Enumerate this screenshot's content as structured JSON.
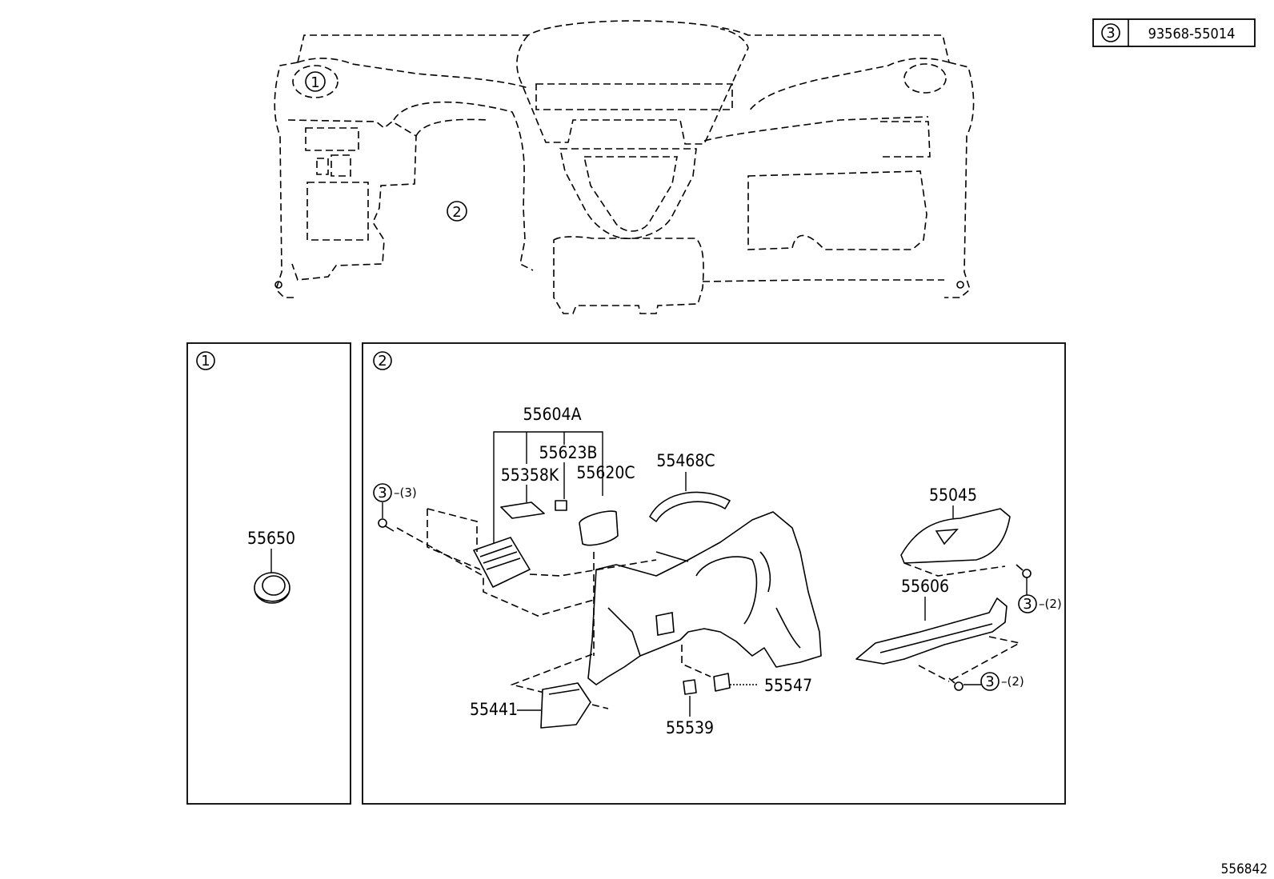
{
  "legend": {
    "marker": "3",
    "part_number": "93568-55014"
  },
  "overview": {
    "markers": {
      "one": "1",
      "two": "2"
    }
  },
  "panel1": {
    "marker": "1",
    "part": "55650"
  },
  "panel2": {
    "marker": "2",
    "parts": {
      "p55604A": "55604A",
      "p55623B": "55623B",
      "p55358K": "55358K",
      "p55620C": "55620C",
      "p55468C": "55468C",
      "p55045": "55045",
      "p55606": "55606",
      "p55547": "55547",
      "p55441": "55441",
      "p55539": "55539"
    },
    "screws": {
      "left": {
        "marker": "3",
        "qty": "(3)"
      },
      "right_upper": {
        "marker": "3",
        "qty": "(2)"
      },
      "right_lower": {
        "marker": "3",
        "qty": "(2)"
      }
    }
  },
  "diagram_id": "556842"
}
